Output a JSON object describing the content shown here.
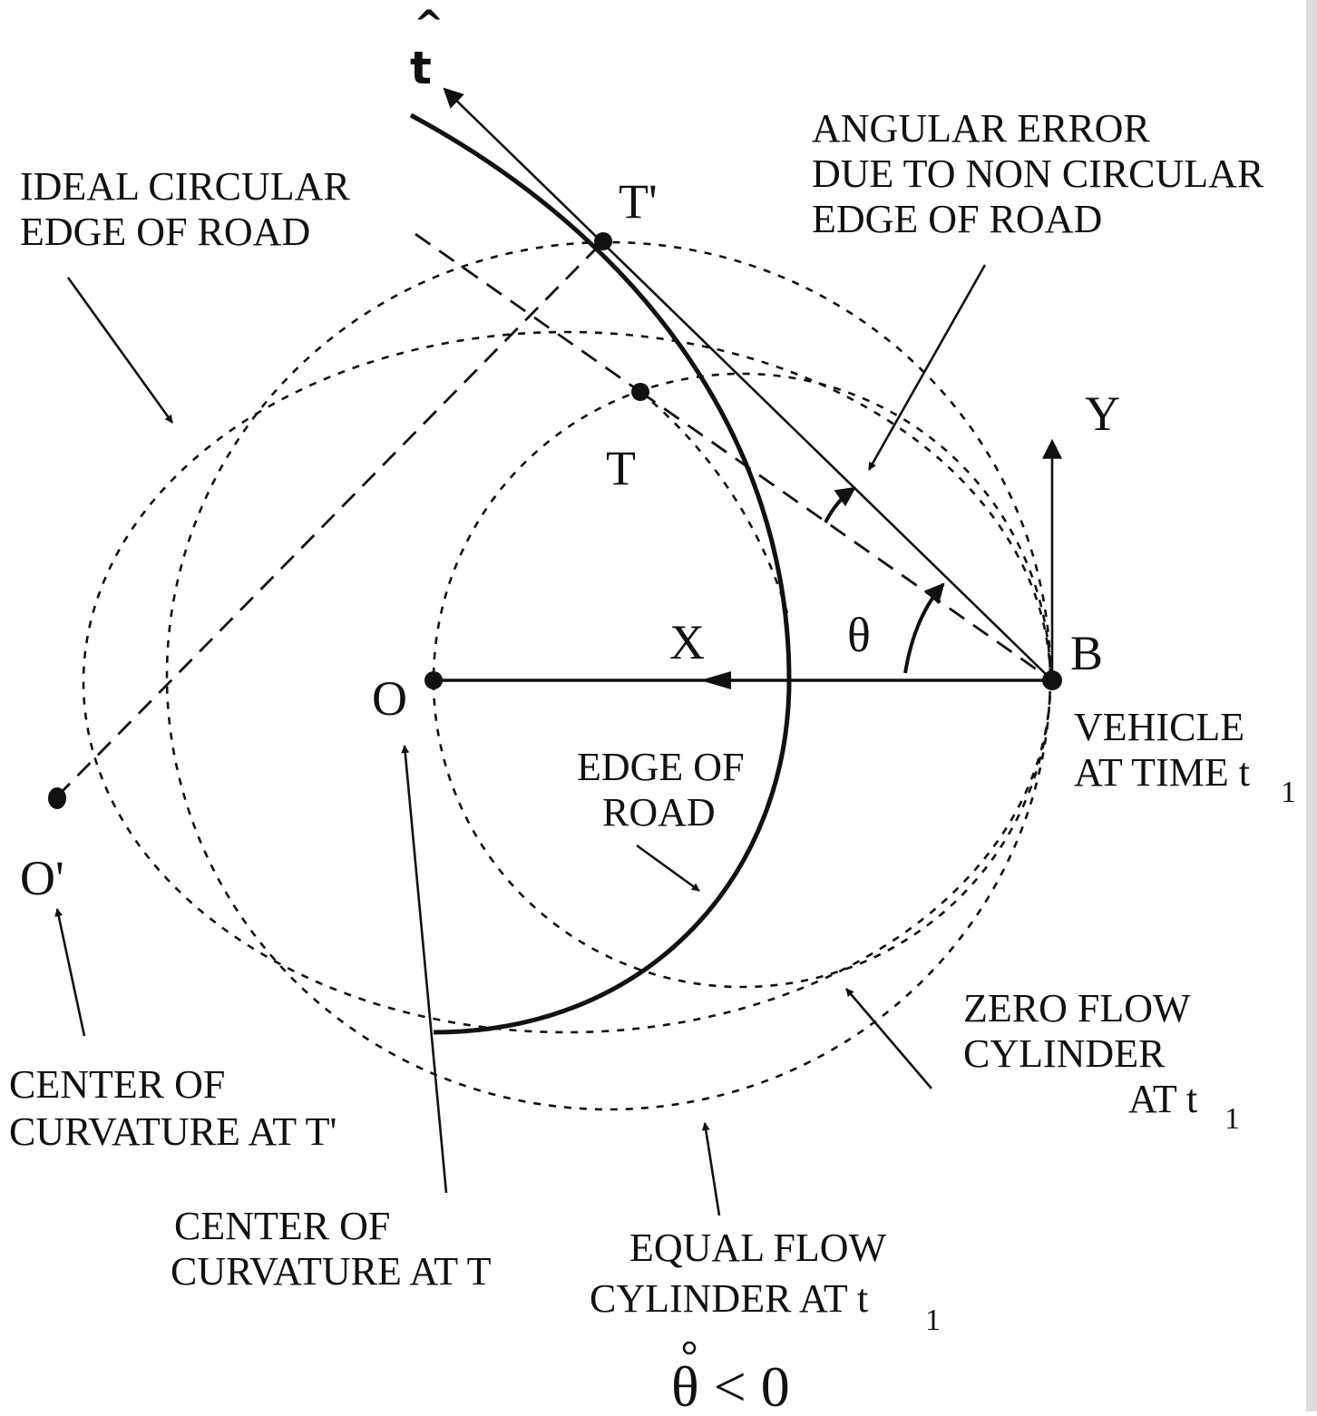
{
  "points": {
    "T_prime": "T'",
    "T": "T",
    "O": "O",
    "O_prime": "O'",
    "B": "B",
    "X": "X",
    "Y": "Y",
    "theta": "θ",
    "t_hat": "t"
  },
  "labels": {
    "ideal_edge": [
      "IDEAL CIRCULAR",
      "EDGE OF ROAD"
    ],
    "angular_error": [
      "ANGULAR ERROR",
      "DUE TO NON CIRCULAR",
      "EDGE OF ROAD"
    ],
    "vehicle": [
      "VEHICLE",
      "AT TIME t"
    ],
    "vehicle_sub": "1",
    "edge_of_road": [
      "EDGE OF",
      "ROAD"
    ],
    "zero_flow": [
      "ZERO FLOW",
      "CYLINDER",
      "AT t"
    ],
    "zero_flow_sub": "1",
    "center_T_prime": [
      "CENTER OF",
      "CURVATURE AT T'"
    ],
    "center_T": [
      "CENTER OF",
      "CURVATURE AT T"
    ],
    "equal_flow": [
      "EQUAL FLOW",
      "CYLINDER AT  t"
    ],
    "equal_flow_sub": "1",
    "formula": "θ < 0"
  }
}
